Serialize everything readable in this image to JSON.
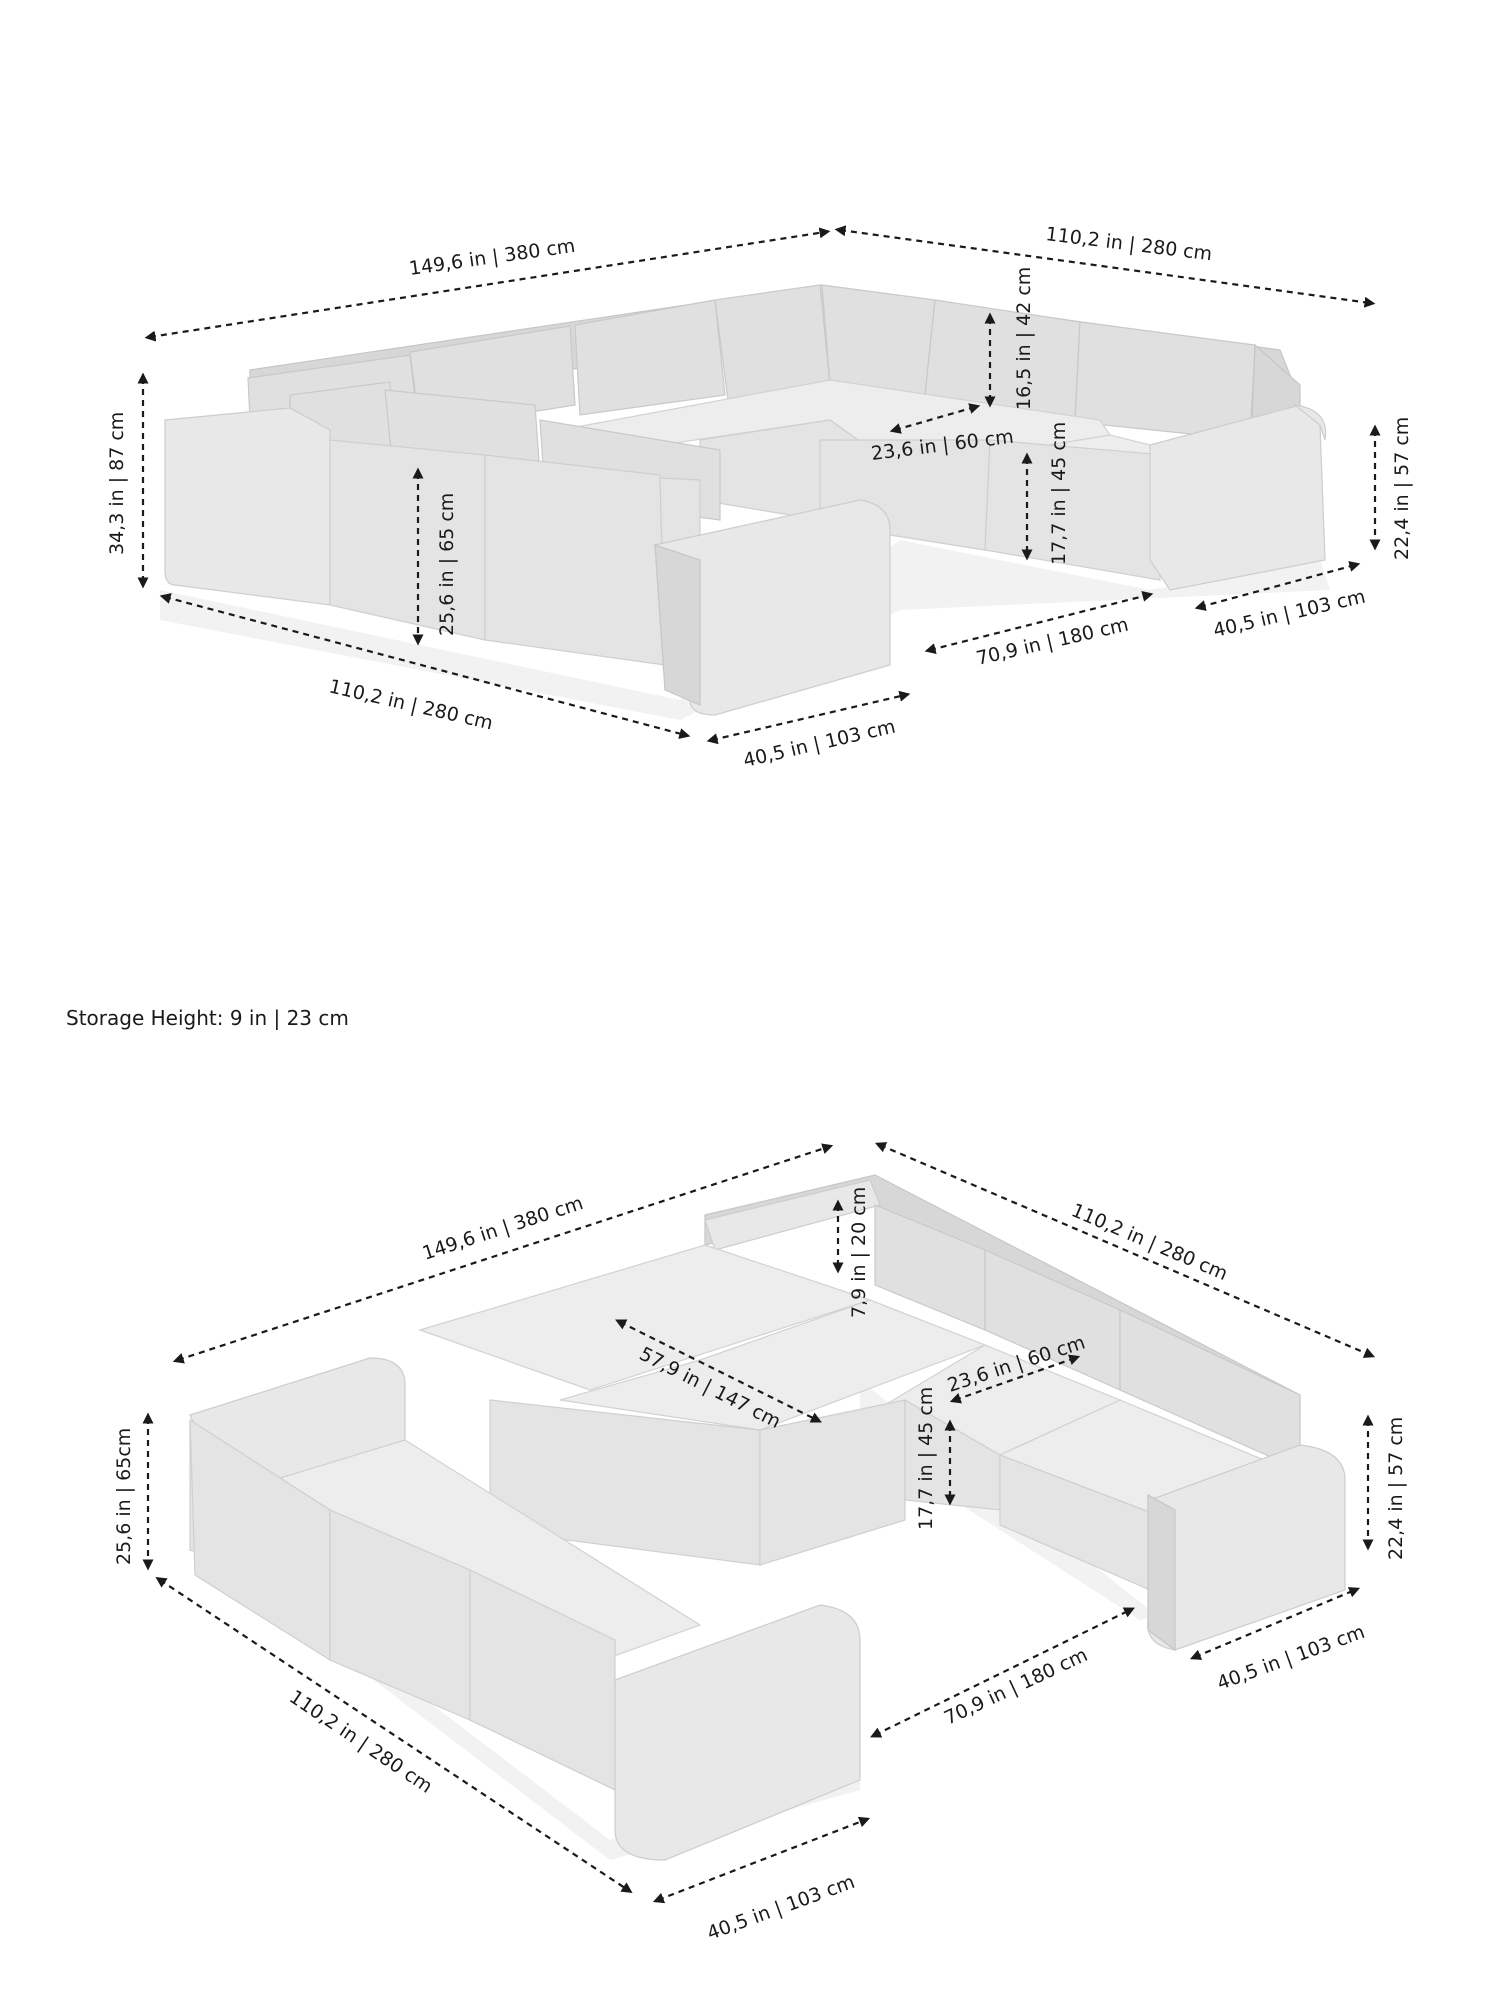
{
  "top_view": {
    "dims": {
      "back_left_width": "149,6 in | 380 cm",
      "back_right_width": "110,2 in | 280 cm",
      "total_height": "34,3 in | 87 cm",
      "back_cushion_height": "16,5 in | 42 cm",
      "seat_depth": "23,6 in | 60 cm",
      "seat_height": "17,7 in | 45 cm",
      "front_height": "25,6 in | 65 cm",
      "arm_height": "22,4 in | 57 cm",
      "left_length": "110,2 in | 280 cm",
      "left_depth": "40,5 in | 103 cm",
      "inner_opening": "70,9 in | 180 cm",
      "right_depth": "40,5 in | 103 cm"
    }
  },
  "storage_note": "Storage Height: 9 in | 23 cm",
  "bottom_view": {
    "dims": {
      "back_left_width": "149,6 in | 380 cm",
      "back_right_width": "110,2 in | 280 cm",
      "storage_height": "7,9 in | 20 cm",
      "ottoman_length": "57,9 in | 147 cm",
      "seat_depth": "23,6 in | 60 cm",
      "seat_height": "17,7 in | 45 cm",
      "left_height": "25,6 in | 65cm",
      "arm_height": "22,4 in | 57 cm",
      "left_length": "110,2 in | 280 cm",
      "left_depth": "40,5 in | 103 cm",
      "inner_opening": "70,9 in | 180 cm",
      "right_depth": "40,5 in | 103 cm"
    }
  }
}
